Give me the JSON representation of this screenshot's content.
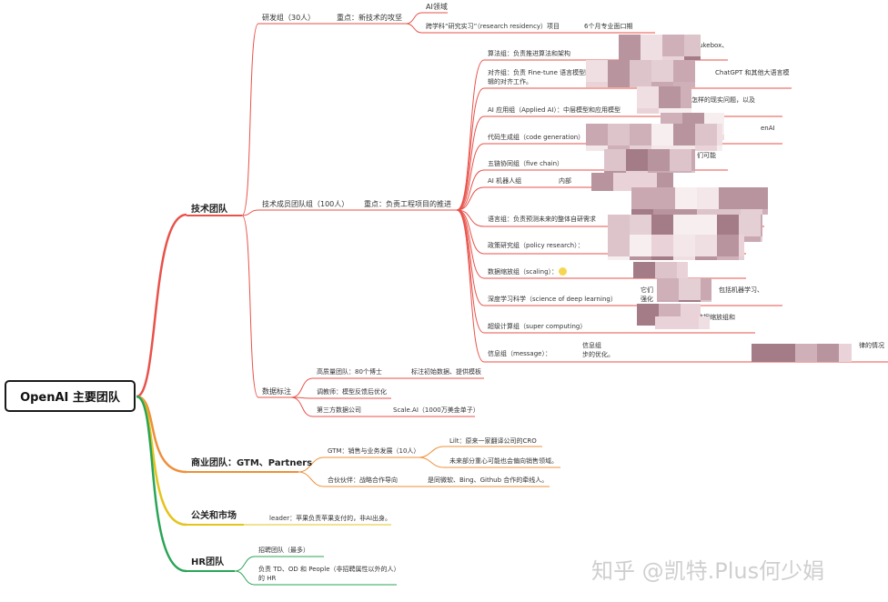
{
  "root": "OpenAI 主要团队",
  "tech": {
    "label": "技术团队",
    "research": {
      "label": "研发组（30人）",
      "focus": "重点：新技术的攻坚",
      "ai_field": "AI领域",
      "residency": "跨学科“研究实习”（research residency）项目",
      "residency_note": "6个月专业面口期"
    },
    "engineering": {
      "label": "技术成员团队组（100人）",
      "focus": "重点：负责工程项目的推进",
      "groups": [
        {
          "label": "算法组：负责推进算法和架构",
          "note": "Jukebox、"
        },
        {
          "label": "对齐组：负责 Fine-tune 语言模型同人类思想逻",
          "label2": "辑的对齐工作。",
          "note": "ChatGPT 和其他大语言模"
        },
        {
          "label": "AI 应用组（Applied AI）：中层模型和应用模型",
          "note": "怎样的现实问题，以及"
        },
        {
          "label": "代码生成组（code generation）",
          "note": "enAI"
        },
        {
          "label": "五链协同组（five chain）",
          "note": "们可能"
        },
        {
          "label": "AI 机器人组",
          "note": "内部"
        },
        {
          "label": "语言组：负责预测未来的整体自研需求",
          "note": ""
        },
        {
          "label": "政策研究组（policy research）：",
          "note": ""
        },
        {
          "label": "数据缩放组（scaling）：",
          "note": ""
        },
        {
          "label": "深度学习科学（science of deep learning）",
          "note": "它们",
          "note2": "强化",
          "note3": "包括机器学习、"
        },
        {
          "label": "超级计算组（super computing）",
          "note": "数据缩放组和"
        },
        {
          "label": "信息组（message）：",
          "note": "信息组",
          "note2": "步的优化。",
          "note3": "律的情况"
        }
      ]
    },
    "annotation": {
      "label": "数据标注",
      "items": [
        {
          "label": "高质量团队：80个博士",
          "note": "标注初始数据、提供模板"
        },
        {
          "label": "调教师：模型反馈后优化",
          "note": ""
        },
        {
          "label": "第三方数据公司",
          "note": "Scale.AI（1000万美金单子）"
        }
      ]
    }
  },
  "business": {
    "label": "商业团队：GTM、Partners",
    "gtm": "GTM：销售与业务发展（10人）",
    "gtm_lilt": "Lilt：原来一家翻译公司的CRO",
    "gtm_future": "未来部分重心可能也会偏向销售领域。",
    "partners": "合伙伙伴：战略合作导向",
    "partners_note": "是同微软、Bing、Github 合作的牵线人。"
  },
  "pr": {
    "label": "公关和市场",
    "leader": "leader：苹果负责苹果支付的，非AI出身。"
  },
  "hr": {
    "label": "HR团队",
    "recruit": "招聘团队（最多）",
    "td": "负责 TD、OD 和 People（非招聘属性以外的人）",
    "td2": "的 HR"
  },
  "watermark": "知乎 @凯特.Plus何少娟",
  "colors": {
    "tech": "#e8524a",
    "business": "#ef8f3a",
    "pr": "#e5c31c",
    "hr": "#2aa457",
    "root_border": "#1a1a1a"
  }
}
